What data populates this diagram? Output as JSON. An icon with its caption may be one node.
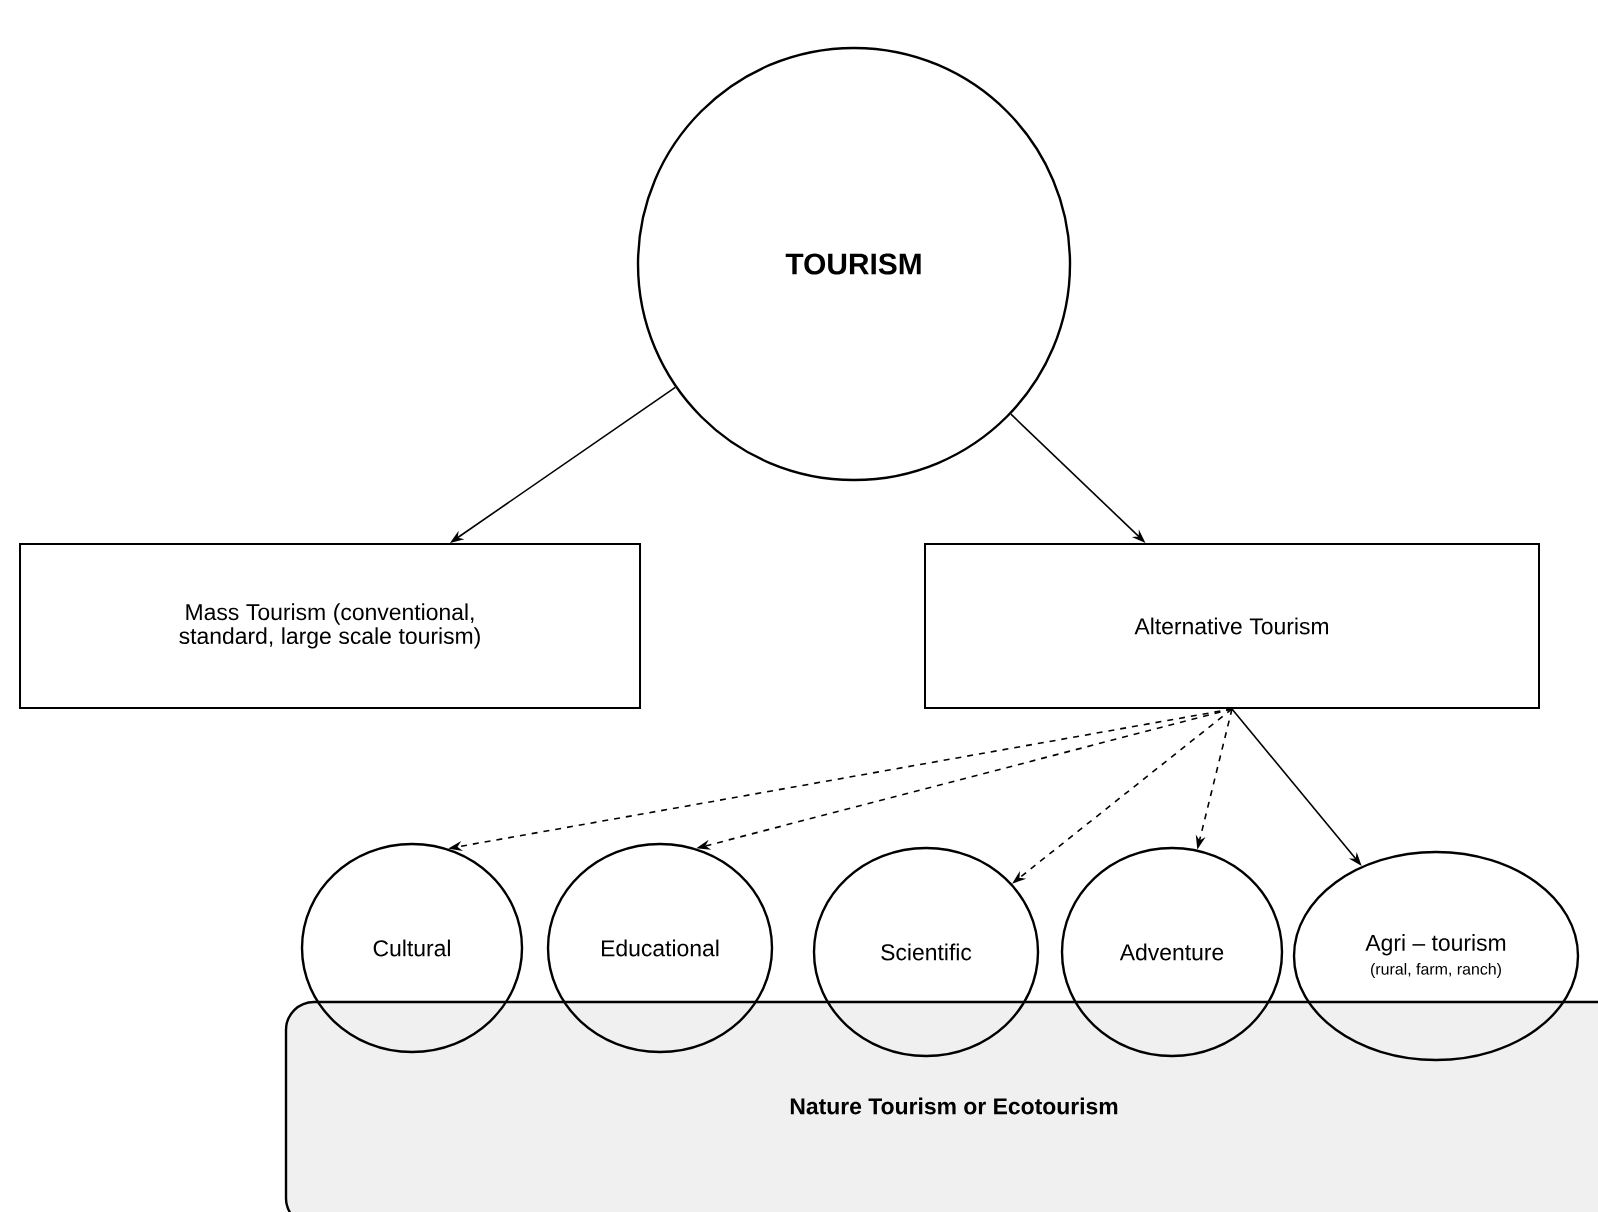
{
  "diagram": {
    "nodes": [
      {
        "text": [
          "TOURISM"
        ]
      },
      {
        "text": [
          "Mass Tourism (conventional, standard, large scale tourism)"
        ]
      },
      {
        "text": [
          "Alternative Tourism"
        ]
      },
      {
        "text": [
          "Nature Tourism or Ecotourism"
        ]
      },
      {
        "text": [
          "Cultural"
        ]
      },
      {
        "text": [
          "Educational"
        ]
      },
      {
        "text": [
          "Scientific"
        ]
      },
      {
        "text": [
          "Adventure"
        ]
      },
      {
        "text": [
          "Agri – tourism",
          "(rural, farm, ranch)"
        ]
      }
    ],
    "edges": [
      {
        "from": 0,
        "to": 1,
        "arrow": "to"
      },
      {
        "from": 0,
        "to": 2,
        "arrow": "to"
      },
      {
        "from": 2,
        "to": 4,
        "arrow": "to",
        "style": "dashed"
      },
      {
        "from": 2,
        "to": 5,
        "arrow": "to",
        "style": "dashed"
      },
      {
        "from": 2,
        "to": 6,
        "arrow": "to",
        "style": "dashed"
      },
      {
        "from": 2,
        "to": 7,
        "arrow": "to",
        "style": "dashed"
      },
      {
        "from": 2,
        "to": 8,
        "arrow": "to"
      }
    ]
  }
}
